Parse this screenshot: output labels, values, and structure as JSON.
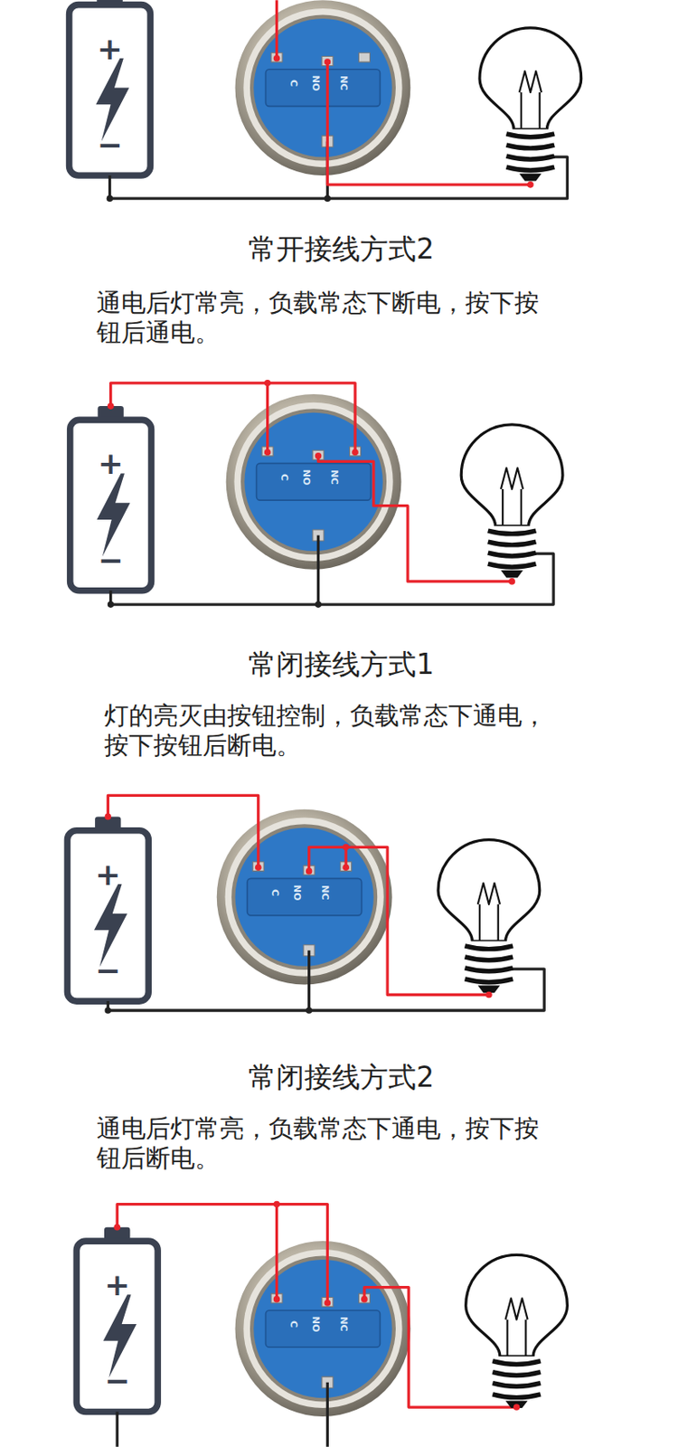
{
  "diagram": {
    "labels": [
      "+",
      "−",
      "C",
      "NO",
      "NC",
      "常开接线方式2",
      "通电后灯常亮，负载常态下断电，按下按钮后通电。",
      "+",
      "−",
      "C",
      "NO",
      "NC",
      "常闭接线方式1",
      "灯的亮灭由按钮控制，负载常态下通电，按下按钮后断电。",
      "+",
      "−",
      "C",
      "NO",
      "NC",
      "常闭接线方式2",
      "通电后灯常亮，负载常态下通电，按下按钮后断电。",
      "+",
      "−",
      "C",
      "NO",
      "NC"
    ]
  }
}
